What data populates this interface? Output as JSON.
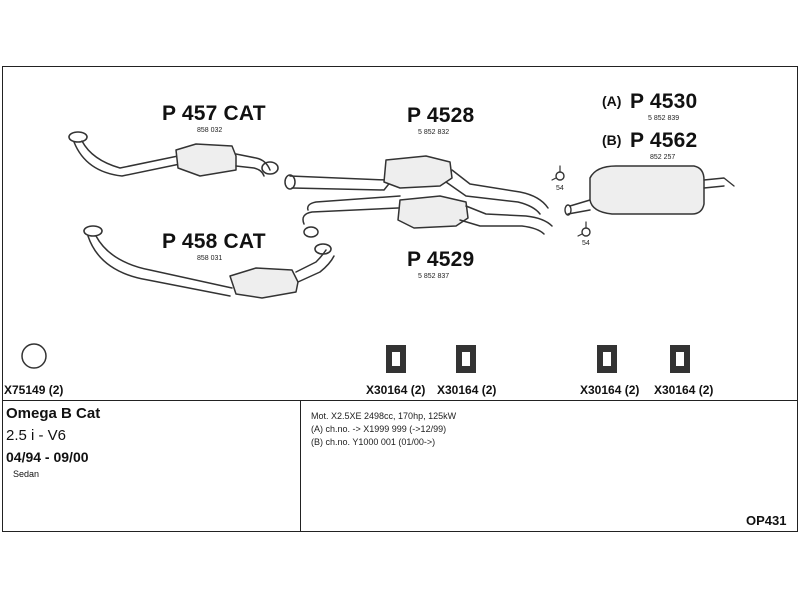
{
  "parts": {
    "p457": {
      "label": "P 457 CAT",
      "number": "858 032"
    },
    "p458": {
      "label": "P 458 CAT",
      "number": "858 031"
    },
    "p4528": {
      "label": "P 4528",
      "number": "5 852 832"
    },
    "p4529": {
      "label": "P 4529",
      "number": "5 852 837"
    },
    "p4530": {
      "prefix": "(A)",
      "label": "P 4530",
      "number": "5 852 839"
    },
    "p4562": {
      "prefix": "(B)",
      "label": "P 4562",
      "number": "852 257"
    }
  },
  "hangers": {
    "top": "54",
    "bottom": "54"
  },
  "clamps": [
    {
      "label": "X75149 (2)"
    },
    {
      "label": "X30164 (2)"
    },
    {
      "label": "X30164 (2)"
    },
    {
      "label": "X30164 (2)"
    },
    {
      "label": "X30164 (2)"
    }
  ],
  "vehicle": {
    "model": "Omega B Cat",
    "engine": "2.5 i - V6",
    "years": "04/94 - 09/00",
    "body": "Sedan"
  },
  "notes": [
    "Mot. X2.5XE 2498cc, 170hp, 125kW",
    "(A) ch.no. -> X1999 999 (->12/99)",
    "(B) ch.no. Y1000 001 (01/00->)"
  ],
  "diagram_code": "OP431"
}
